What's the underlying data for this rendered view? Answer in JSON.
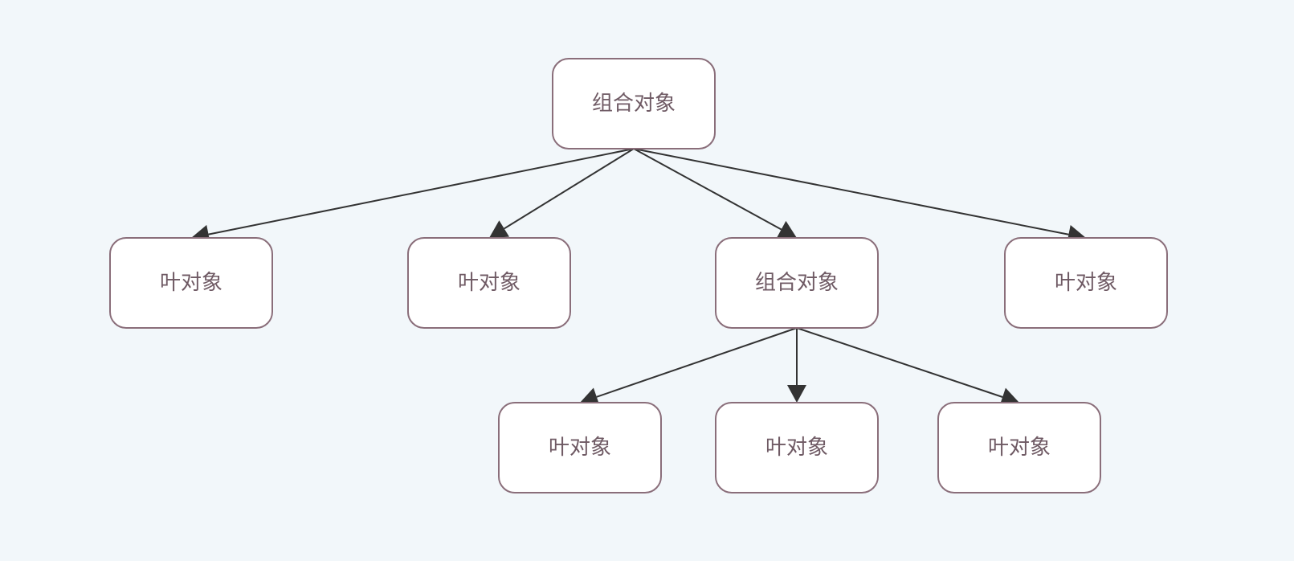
{
  "diagram": {
    "nodes": [
      {
        "id": "root",
        "label": "组合对象",
        "kind": "composite"
      },
      {
        "id": "leaf1",
        "label": "叶对象",
        "kind": "leaf"
      },
      {
        "id": "leaf2",
        "label": "叶对象",
        "kind": "leaf"
      },
      {
        "id": "comp2",
        "label": "组合对象",
        "kind": "composite"
      },
      {
        "id": "leaf3",
        "label": "叶对象",
        "kind": "leaf"
      },
      {
        "id": "leaf4",
        "label": "叶对象",
        "kind": "leaf"
      },
      {
        "id": "leaf5",
        "label": "叶对象",
        "kind": "leaf"
      },
      {
        "id": "leaf6",
        "label": "叶对象",
        "kind": "leaf"
      }
    ],
    "edges": [
      {
        "from": "root",
        "to": "leaf1"
      },
      {
        "from": "root",
        "to": "leaf2"
      },
      {
        "from": "root",
        "to": "comp2"
      },
      {
        "from": "root",
        "to": "leaf3"
      },
      {
        "from": "comp2",
        "to": "leaf4"
      },
      {
        "from": "comp2",
        "to": "leaf5"
      },
      {
        "from": "comp2",
        "to": "leaf6"
      }
    ],
    "colors": {
      "background": "#f2f7fa",
      "node_fill": "#ffffff",
      "node_border": "#8a6e7a",
      "label": "#6f5a64",
      "edge": "#333333"
    }
  }
}
